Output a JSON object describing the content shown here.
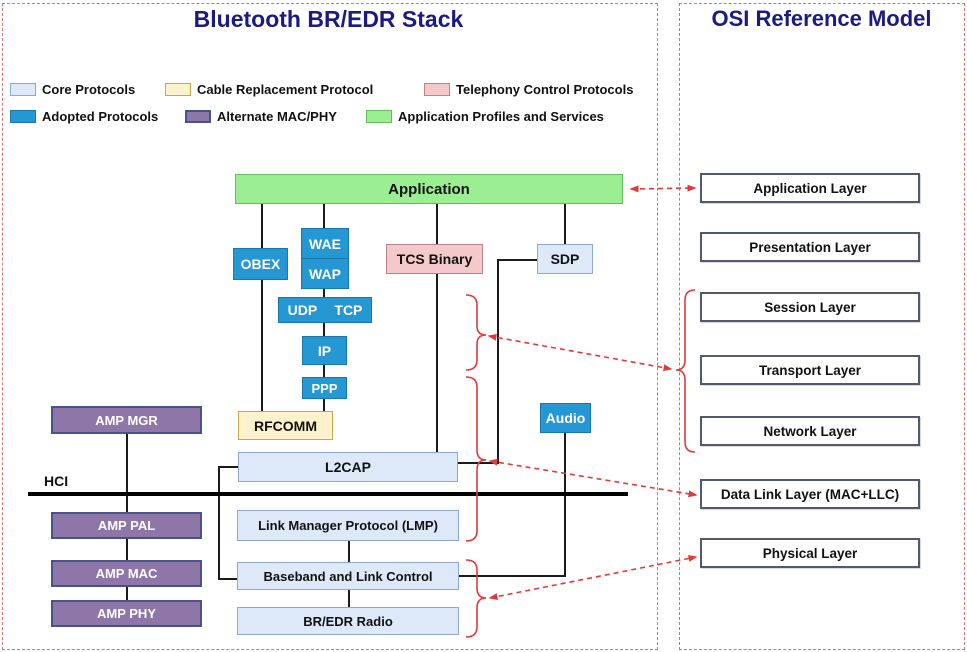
{
  "left_panel": {
    "title": "Bluetooth BR/EDR Stack",
    "legend": [
      {
        "label": "Core Protocols"
      },
      {
        "label": "Cable Replacement Protocol"
      },
      {
        "label": "Telephony Control Protocols"
      },
      {
        "label": "Adopted Protocols"
      },
      {
        "label": "Alternate MAC/PHY"
      },
      {
        "label": "Application Profiles and Services"
      }
    ],
    "hci_label": "HCI",
    "boxes": {
      "application": "Application",
      "obex": "OBEX",
      "wae": "WAE",
      "wap": "WAP",
      "udp": "UDP",
      "tcp": "TCP",
      "ip": "IP",
      "ppp": "PPP",
      "tcs_binary": "TCS Binary",
      "sdp": "SDP",
      "audio": "Audio",
      "amp_mgr": "AMP MGR",
      "rfcomm": "RFCOMM",
      "l2cap": "L2CAP",
      "amp_pal": "AMP PAL",
      "lmp": "Link Manager Protocol (LMP)",
      "amp_mac": "AMP MAC",
      "baseband": "Baseband and Link Control",
      "amp_phy": "AMP PHY",
      "br_edr_radio": "BR/EDR Radio"
    }
  },
  "osi_panel": {
    "title": "OSI Reference Model",
    "layers": [
      "Application Layer",
      "Presentation Layer",
      "Session Layer",
      "Transport Layer",
      "Network Layer",
      "Data Link Layer (MAC+LLC)",
      "Physical Layer"
    ]
  },
  "colors": {
    "title_navy": "#1b1b80",
    "core_protocols_fill": "#dde9f8",
    "cable_replacement_fill": "#fdf2cb",
    "telephony_fill": "#f4c9cc",
    "adopted_fill": "#2598d4",
    "alternate_mac_phy_fill": "#8f76a9",
    "profiles_fill": "#9bee92",
    "osi_box_border": "#53576f",
    "connector_black": "#1b1b1b",
    "dashed_red": "#e03a3a",
    "panel_border_red": "#d97070"
  }
}
